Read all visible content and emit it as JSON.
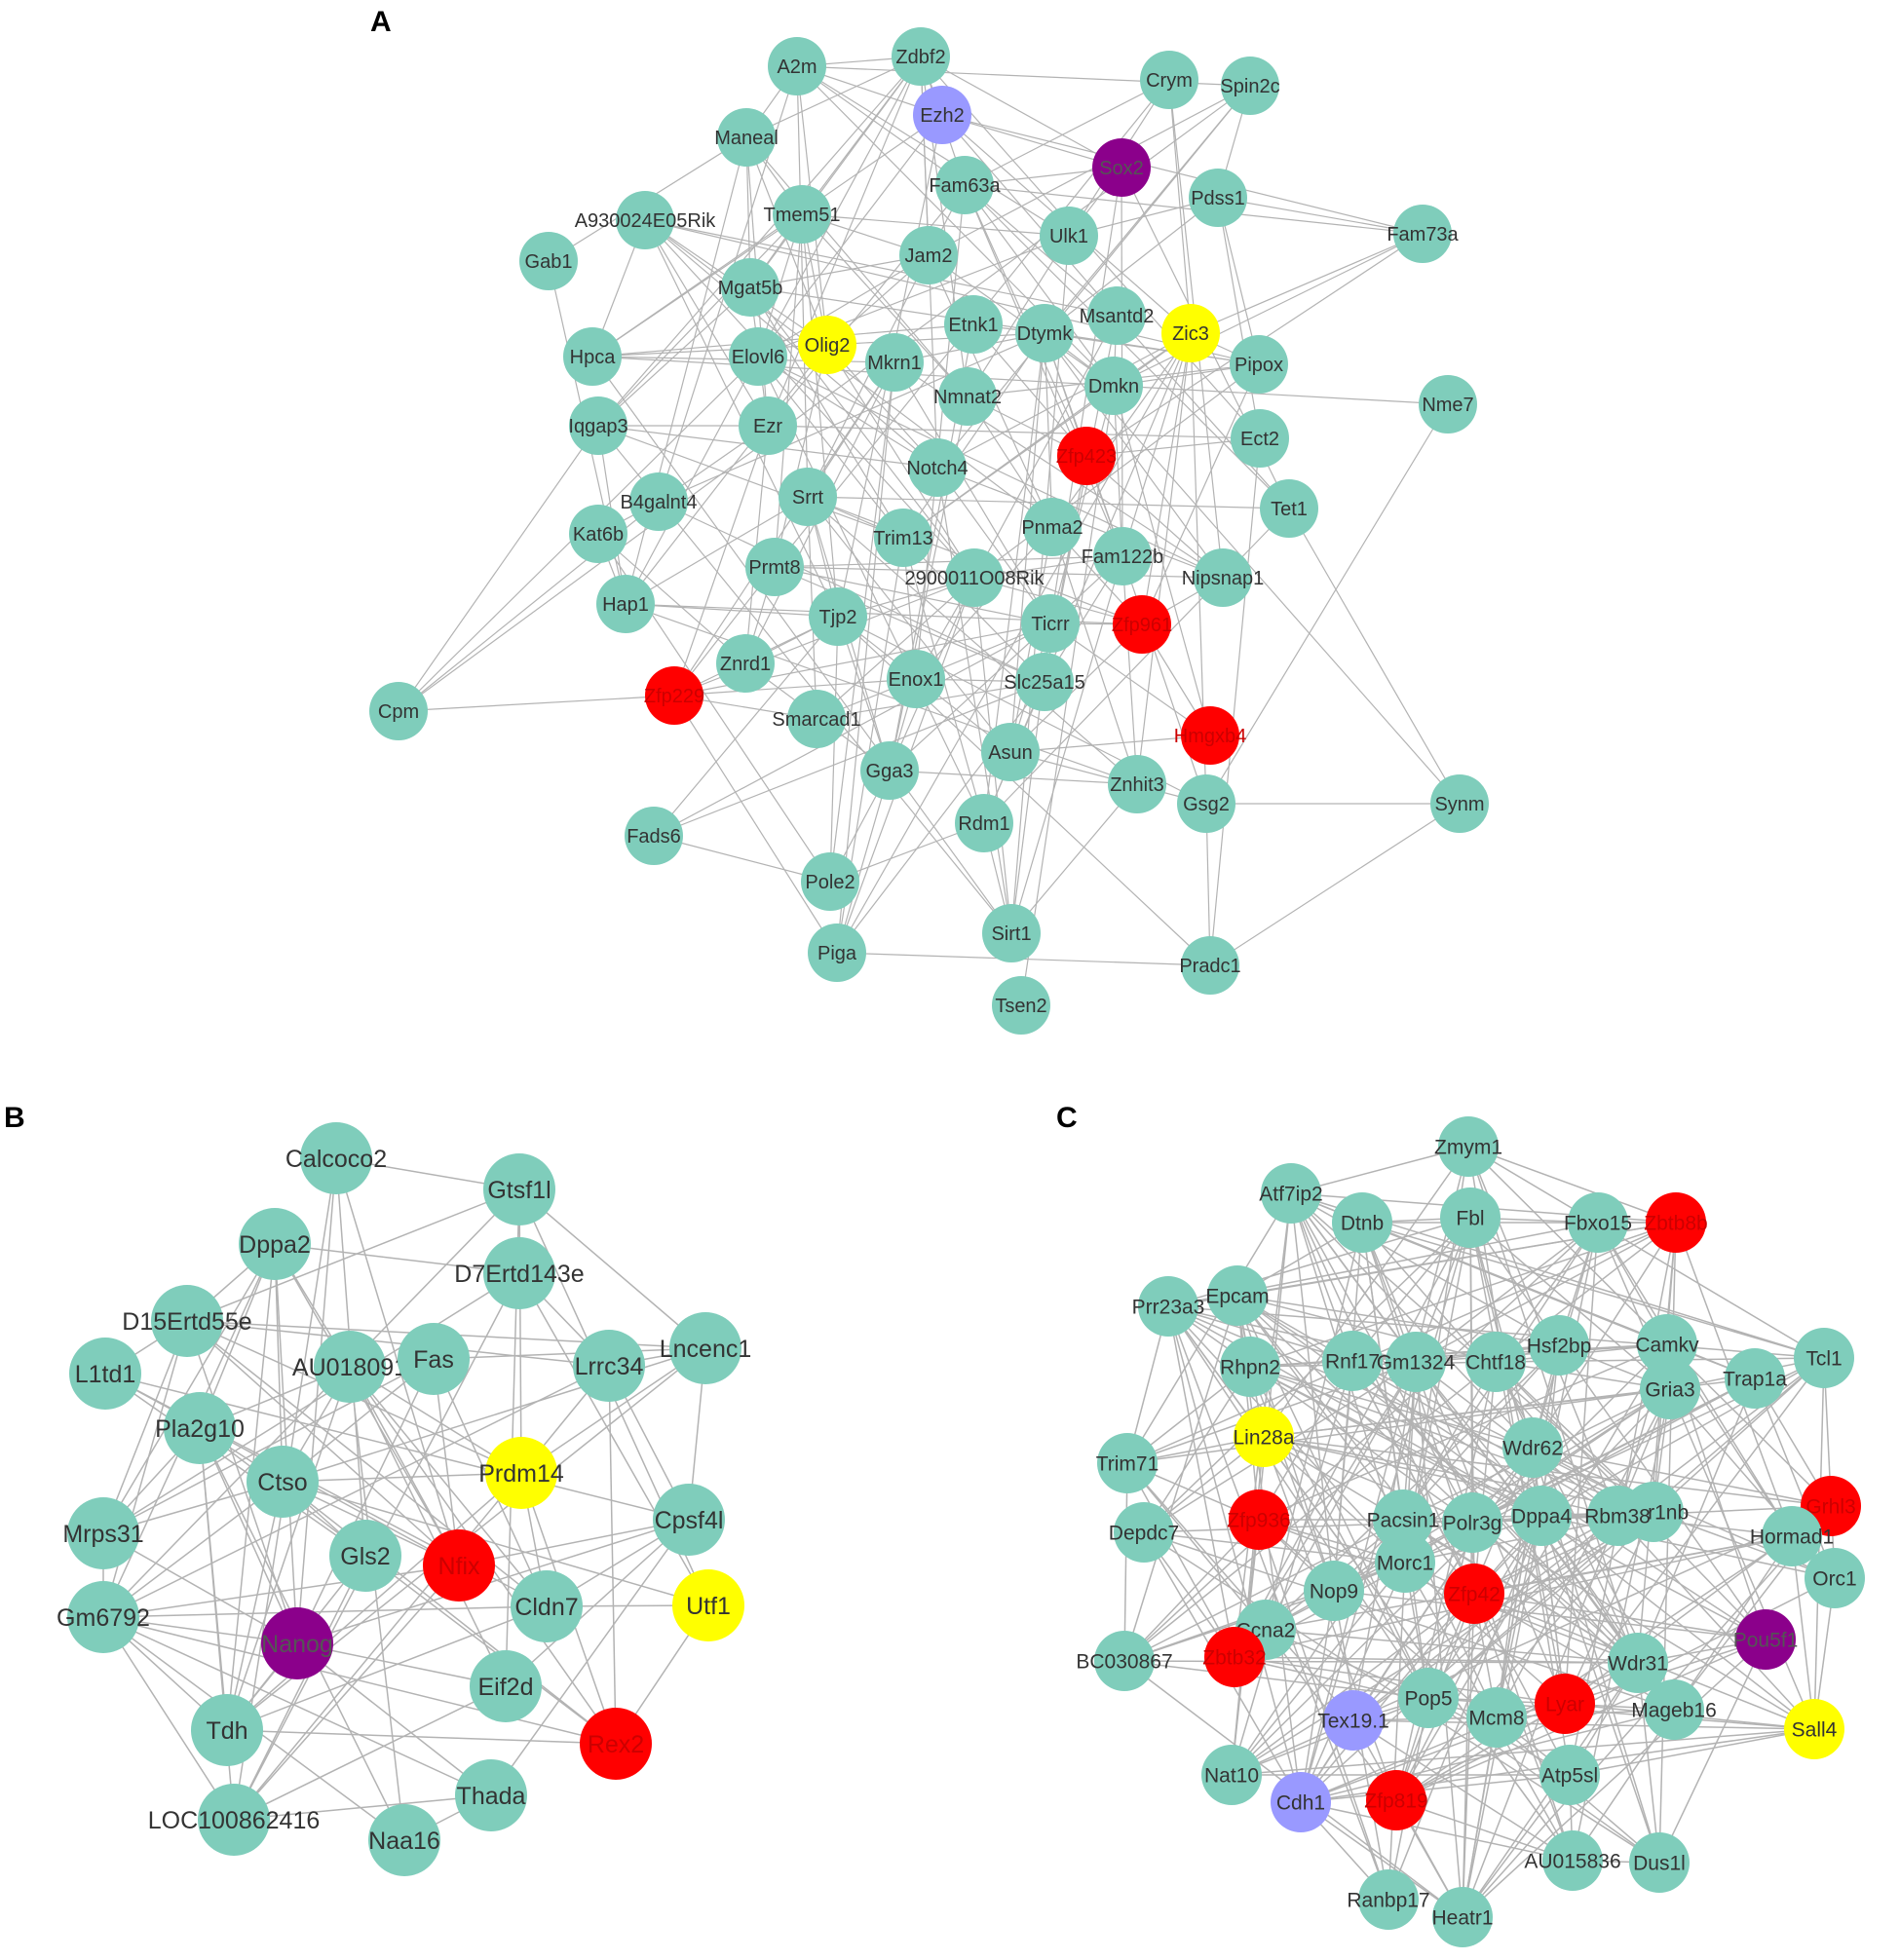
{
  "colors": {
    "edge": "#b3b3b3",
    "default": "#7fcdbb",
    "red": "#ff0000",
    "yellow": "#ffff00",
    "purple": "#8b008b",
    "lavender": "#9999ff",
    "label_default": "#333333",
    "label_red": "#cc0000",
    "label_purple": "#555555"
  },
  "panels": [
    {
      "letter": "A",
      "nodes": [
        {
          "label": "Zdbf2",
          "color": "default"
        },
        {
          "label": "A2m",
          "color": "default"
        },
        {
          "label": "Ezh2",
          "color": "lavender"
        },
        {
          "label": "Crym",
          "color": "default"
        },
        {
          "label": "Spin2c",
          "color": "default"
        },
        {
          "label": "Maneal",
          "color": "default"
        },
        {
          "label": "Sox2",
          "color": "purple"
        },
        {
          "label": "Fam63a",
          "color": "default"
        },
        {
          "label": "Pdss1",
          "color": "default"
        },
        {
          "label": "A930024E05Rik",
          "color": "default"
        },
        {
          "label": "Tmem51",
          "color": "default"
        },
        {
          "label": "Fam73a",
          "color": "default"
        },
        {
          "label": "Gab1",
          "color": "default"
        },
        {
          "label": "Ulk1",
          "color": "default"
        },
        {
          "label": "Jam2",
          "color": "default"
        },
        {
          "label": "Mgat5b",
          "color": "default"
        },
        {
          "label": "Msantd2",
          "color": "default"
        },
        {
          "label": "Zic3",
          "color": "yellow"
        },
        {
          "label": "Olig2",
          "color": "yellow"
        },
        {
          "label": "Etnk1",
          "color": "default"
        },
        {
          "label": "Dtymk",
          "color": "default"
        },
        {
          "label": "Hpca",
          "color": "default"
        },
        {
          "label": "Elovl6",
          "color": "default"
        },
        {
          "label": "Mkrn1",
          "color": "default"
        },
        {
          "label": "Pipox",
          "color": "default"
        },
        {
          "label": "Dmkn",
          "color": "default"
        },
        {
          "label": "Nmnat2",
          "color": "default"
        },
        {
          "label": "Nme7",
          "color": "default"
        },
        {
          "label": "Iqgap3",
          "color": "default"
        },
        {
          "label": "Ezr",
          "color": "default"
        },
        {
          "label": "Ect2",
          "color": "default"
        },
        {
          "label": "Zfp423",
          "color": "red"
        },
        {
          "label": "Notch4",
          "color": "default"
        },
        {
          "label": "Srrt",
          "color": "default"
        },
        {
          "label": "B4galnt4",
          "color": "default"
        },
        {
          "label": "Tet1",
          "color": "default"
        },
        {
          "label": "Kat6b",
          "color": "default"
        },
        {
          "label": "Pnma2",
          "color": "default"
        },
        {
          "label": "Trim13",
          "color": "default"
        },
        {
          "label": "Fam122b",
          "color": "default"
        },
        {
          "label": "Prmt8",
          "color": "default"
        },
        {
          "label": "2900011O08Rik",
          "color": "default"
        },
        {
          "label": "Nipsnap1",
          "color": "default"
        },
        {
          "label": "Hap1",
          "color": "default"
        },
        {
          "label": "Tjp2",
          "color": "default"
        },
        {
          "label": "Ticrr",
          "color": "default"
        },
        {
          "label": "Zfp961",
          "color": "red"
        },
        {
          "label": "Znrd1",
          "color": "default"
        },
        {
          "label": "Enox1",
          "color": "default"
        },
        {
          "label": "Slc25a15",
          "color": "default"
        },
        {
          "label": "Zfp229",
          "color": "red"
        },
        {
          "label": "Cpm",
          "color": "default"
        },
        {
          "label": "Smarcad1",
          "color": "default"
        },
        {
          "label": "Hmgxb4",
          "color": "red"
        },
        {
          "label": "Asun",
          "color": "default"
        },
        {
          "label": "Gga3",
          "color": "default"
        },
        {
          "label": "Znhit3",
          "color": "default"
        },
        {
          "label": "Gsg2",
          "color": "default"
        },
        {
          "label": "Synm",
          "color": "default"
        },
        {
          "label": "Fads6",
          "color": "default"
        },
        {
          "label": "Rdm1",
          "color": "default"
        },
        {
          "label": "Pole2",
          "color": "default"
        },
        {
          "label": "Sirt1",
          "color": "default"
        },
        {
          "label": "Piga",
          "color": "default"
        },
        {
          "label": "Pradc1",
          "color": "default"
        },
        {
          "label": "Tsen2",
          "color": "default"
        }
      ]
    },
    {
      "letter": "B",
      "nodes": [
        {
          "label": "Calcoco2",
          "color": "default"
        },
        {
          "label": "Gtsf1l",
          "color": "default"
        },
        {
          "label": "Dppa2",
          "color": "default"
        },
        {
          "label": "D7Ertd143e",
          "color": "default"
        },
        {
          "label": "D15Ertd55e",
          "color": "default"
        },
        {
          "label": "Lncenc1",
          "color": "default"
        },
        {
          "label": "L1td1",
          "color": "default"
        },
        {
          "label": "AU018091",
          "color": "default"
        },
        {
          "label": "Fas",
          "color": "default"
        },
        {
          "label": "Lrrc34",
          "color": "default"
        },
        {
          "label": "Pla2g10",
          "color": "default"
        },
        {
          "label": "Ctso",
          "color": "default"
        },
        {
          "label": "Prdm14",
          "color": "yellow"
        },
        {
          "label": "Cpsf4l",
          "color": "default"
        },
        {
          "label": "Mrps31",
          "color": "default"
        },
        {
          "label": "Gls2",
          "color": "default"
        },
        {
          "label": "Nfix",
          "color": "red"
        },
        {
          "label": "Cldn7",
          "color": "default"
        },
        {
          "label": "Utf1",
          "color": "yellow"
        },
        {
          "label": "Gm6792",
          "color": "default"
        },
        {
          "label": "Nanog",
          "color": "purple"
        },
        {
          "label": "Eif2d",
          "color": "default"
        },
        {
          "label": "Tdh",
          "color": "default"
        },
        {
          "label": "Rex2",
          "color": "red"
        },
        {
          "label": "Thada",
          "color": "default"
        },
        {
          "label": "LOC100862416",
          "color": "default"
        },
        {
          "label": "Naa16",
          "color": "default"
        }
      ]
    },
    {
      "letter": "C",
      "nodes": [
        {
          "label": "Zmym1",
          "color": "default"
        },
        {
          "label": "Atf7ip2",
          "color": "default"
        },
        {
          "label": "Dtnb",
          "color": "default"
        },
        {
          "label": "Fbl",
          "color": "default"
        },
        {
          "label": "Fbxo15",
          "color": "default"
        },
        {
          "label": "Zbtb8b",
          "color": "red"
        },
        {
          "label": "Prr23a3",
          "color": "default"
        },
        {
          "label": "Epcam",
          "color": "default"
        },
        {
          "label": "Camkv",
          "color": "default"
        },
        {
          "label": "Rhpn2",
          "color": "default"
        },
        {
          "label": "Rnf17",
          "color": "default"
        },
        {
          "label": "Gm1324",
          "color": "default"
        },
        {
          "label": "Chtf18",
          "color": "default"
        },
        {
          "label": "Hsf2bp",
          "color": "default"
        },
        {
          "label": "Tcl1",
          "color": "default"
        },
        {
          "label": "Trap1a",
          "color": "default"
        },
        {
          "label": "Gria3",
          "color": "default"
        },
        {
          "label": "Lin28a",
          "color": "yellow"
        },
        {
          "label": "Wdr62",
          "color": "default"
        },
        {
          "label": "Trim71",
          "color": "default"
        },
        {
          "label": "Grhl3",
          "color": "red"
        },
        {
          "label": "Fmr1nb",
          "color": "default"
        },
        {
          "label": "Rbm38",
          "color": "default"
        },
        {
          "label": "Dppa4",
          "color": "default"
        },
        {
          "label": "Polr3g",
          "color": "default"
        },
        {
          "label": "Pacsin1",
          "color": "default"
        },
        {
          "label": "Zfp936",
          "color": "red"
        },
        {
          "label": "Depdc7",
          "color": "default"
        },
        {
          "label": "Hormad1",
          "color": "default"
        },
        {
          "label": "Morc1",
          "color": "default"
        },
        {
          "label": "Orc1",
          "color": "default"
        },
        {
          "label": "Zfp42",
          "color": "red"
        },
        {
          "label": "Nop9",
          "color": "default"
        },
        {
          "label": "Ccna2",
          "color": "default"
        },
        {
          "label": "Pou5f1",
          "color": "purple"
        },
        {
          "label": "Wdr31",
          "color": "default"
        },
        {
          "label": "BC030867",
          "color": "default"
        },
        {
          "label": "Zbtb32",
          "color": "red"
        },
        {
          "label": "Pop5",
          "color": "default"
        },
        {
          "label": "Lyar",
          "color": "red"
        },
        {
          "label": "Mageb16",
          "color": "default"
        },
        {
          "label": "Tex19.1",
          "color": "lavender"
        },
        {
          "label": "Mcm8",
          "color": "default"
        },
        {
          "label": "Sall4",
          "color": "yellow"
        },
        {
          "label": "Nat10",
          "color": "default"
        },
        {
          "label": "Atp5sl",
          "color": "default"
        },
        {
          "label": "Cdh1",
          "color": "lavender"
        },
        {
          "label": "Zfp819",
          "color": "red"
        },
        {
          "label": "AU015836",
          "color": "default"
        },
        {
          "label": "Dus1l",
          "color": "default"
        },
        {
          "label": "Ranbp17",
          "color": "default"
        },
        {
          "label": "Heatr1",
          "color": "default"
        }
      ]
    }
  ]
}
